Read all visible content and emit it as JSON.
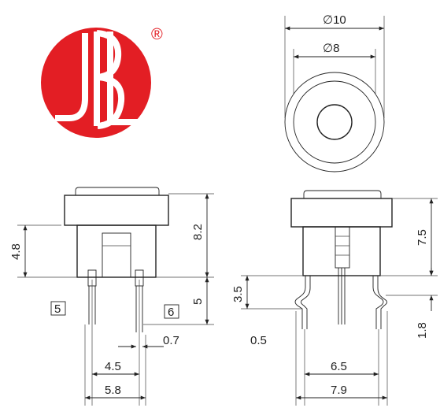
{
  "logo": {
    "text": "JBL",
    "registered": "®",
    "color": "#e31e24"
  },
  "top_view": {
    "outer_diameter": "∅10",
    "inner_diameter": "∅8"
  },
  "front_view": {
    "height_total": "8.2",
    "height_body": "4.8",
    "pin_length": "5",
    "pin_thickness": "0.7",
    "pin_pitch": "4.5",
    "width": "5.8",
    "pin_label_left": "5",
    "pin_label_right": "6"
  },
  "side_view": {
    "height_total": "7.5",
    "pin_offset": "3.5",
    "pin_tail": "1.8",
    "pin_width": "0.5",
    "pin_pitch": "6.5",
    "width": "7.9"
  }
}
